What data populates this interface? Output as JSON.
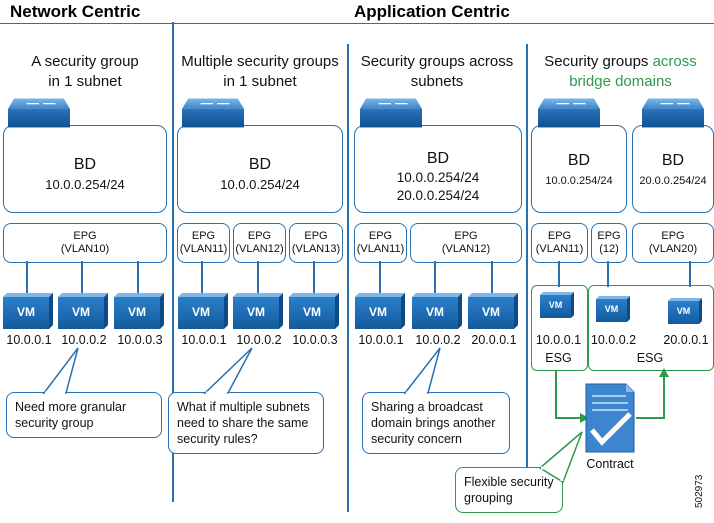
{
  "headers": {
    "network": "Network Centric",
    "application": "Application Centric"
  },
  "columns": [
    {
      "title_line1": "A security group",
      "title_line2": "in 1 subnet",
      "bd": "BD",
      "bd_subnets": [
        "10.0.0.254/24"
      ],
      "epgs": [
        {
          "line1": "EPG",
          "line2": "(VLAN10)"
        }
      ],
      "vms": [
        "VM",
        "VM",
        "VM"
      ],
      "ips": [
        "10.0.0.1",
        "10.0.0.2",
        "10.0.0.3"
      ],
      "callout": "Need more granular security group"
    },
    {
      "title_line1": "Multiple security groups",
      "title_line2": "in 1 subnet",
      "bd": "BD",
      "bd_subnets": [
        "10.0.0.254/24"
      ],
      "epgs": [
        {
          "line1": "EPG",
          "line2": "(VLAN11)"
        },
        {
          "line1": "EPG",
          "line2": "(VLAN12)"
        },
        {
          "line1": "EPG",
          "line2": "(VLAN13)"
        }
      ],
      "vms": [
        "VM",
        "VM",
        "VM"
      ],
      "ips": [
        "10.0.0.1",
        "10.0.0.2",
        "10.0.0.3"
      ],
      "callout": "What if multiple subnets need to share the same security rules?"
    },
    {
      "title_line1": "Security groups across",
      "title_line2": "subnets",
      "bd": "BD",
      "bd_subnets": [
        "10.0.0.254/24",
        "20.0.0.254/24"
      ],
      "epgs": [
        {
          "line1": "EPG",
          "line2": "(VLAN11)"
        },
        {
          "line1": "EPG",
          "line2": "(VLAN12)"
        }
      ],
      "vms": [
        "VM",
        "VM",
        "VM"
      ],
      "ips": [
        "10.0.0.1",
        "10.0.0.2",
        "20.0.0.1"
      ],
      "callout": "Sharing a broadcast domain brings another security concern"
    },
    {
      "title_line1a": "Security groups ",
      "title_line1b": "across",
      "title_line2": "bridge domains",
      "bd_left": "BD",
      "bd_left_subnet": "10.0.0.254/24",
      "bd_right": "BD",
      "bd_right_subnet": "20.0.0.254/24",
      "epgs": [
        {
          "line1": "EPG",
          "line2": "(VLAN11)"
        },
        {
          "line1": "EPG",
          "line2": "(12)"
        },
        {
          "line1": "EPG",
          "line2": "(VLAN20)"
        }
      ],
      "vms": [
        "VM",
        "VM",
        "VM"
      ],
      "ips": [
        "10.0.0.1",
        "10.0.0.2",
        "20.0.0.1"
      ],
      "esg": "ESG",
      "contract": "Contract",
      "callout": "Flexible security grouping"
    }
  ],
  "figure_id": "502973",
  "colors": {
    "blue": "#2a6fb0",
    "green": "#2e9a4a"
  }
}
